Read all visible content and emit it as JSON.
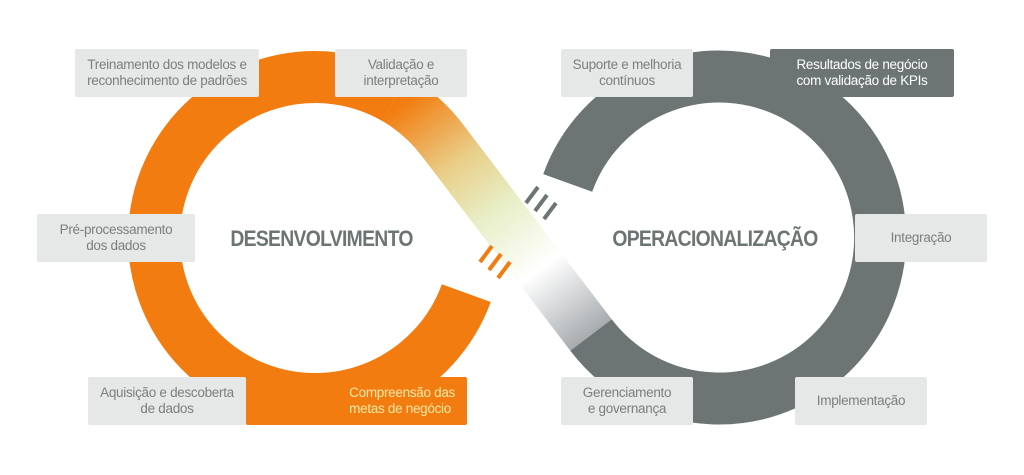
{
  "colors": {
    "orange": "#f27c0f",
    "grey": "#6c7574",
    "box_bg": "#e6e7e7",
    "box_text": "#7a7f7f",
    "highlight_text": "#f7e9a6"
  },
  "titles": {
    "left": "DESENVOLVIMENTO",
    "right": "OPERACIONALIZAÇÃO"
  },
  "left_steps": {
    "training": "Treinamento dos modelos e\nreconhecimento de padrões",
    "validation": "Validação e\ninterpretação",
    "preprocessing": "Pré-processamento\ndos dados",
    "acquisition": "Aquisição e descoberta\nde dados",
    "business_goals": "Compreensão das\nmetas de negócio"
  },
  "right_steps": {
    "support": "Suporte e melhoria\ncontínuos",
    "results": "Resultados de negócio\ncom validação de KPIs",
    "integration": "Integração",
    "governance": "Gerenciamento\ne governança",
    "implementation": "Implementação"
  }
}
